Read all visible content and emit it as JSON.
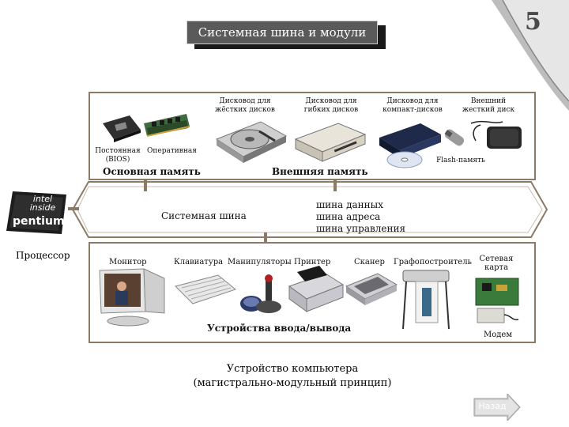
{
  "slide": {
    "title": "Системная шина и модули",
    "page_number": "5"
  },
  "memory": {
    "drives": [
      "Дисковод для жёстких дисков",
      "Дисковод для гибких дисков",
      "Дисковод для компакт-дисков",
      "Внешний жесткий диск"
    ],
    "rom_label": "Постоянная (BIOS)",
    "ram_label": "Оперативная",
    "main_memory": "Основная память",
    "external_memory": "Внешняя память",
    "flash_label": "Flash-память"
  },
  "bus": {
    "system_bus": "Системная шина",
    "data_bus": "шина данных",
    "address_bus": "шина адреса",
    "control_bus": "шина управления",
    "processor": "Процессор",
    "chip_top": "intel inside",
    "chip_brand": "pentium"
  },
  "devices": {
    "monitor": "Монитор",
    "keyboard": "Клавиатура",
    "manipulators": "Манипуляторы",
    "printer": "Принтер",
    "scanner": "Сканер",
    "plotter": "Графопостроитель",
    "network_card": "Сетевая карта",
    "modem": "Модем",
    "io_devices": "Устройства ввода/вывода"
  },
  "caption": {
    "line1": "Устройство компьютера",
    "line2": "(магистрально-модульный принцип)"
  },
  "nav": {
    "next_label": "Назад"
  },
  "colors": {
    "frame": "#8a7a66",
    "title_bg": "#5a5a5a",
    "page_number": "#4a4a4a"
  }
}
